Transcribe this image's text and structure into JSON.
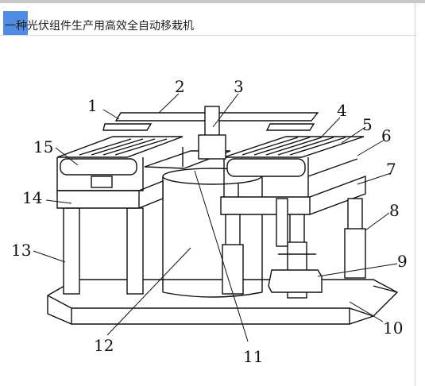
{
  "header": {
    "title": "一种光伏组件生产用高效全自动移栽机"
  },
  "figure": {
    "labels": [
      "1",
      "2",
      "3",
      "4",
      "5",
      "6",
      "7",
      "8",
      "9",
      "10",
      "11",
      "12",
      "13",
      "14",
      "15"
    ]
  }
}
